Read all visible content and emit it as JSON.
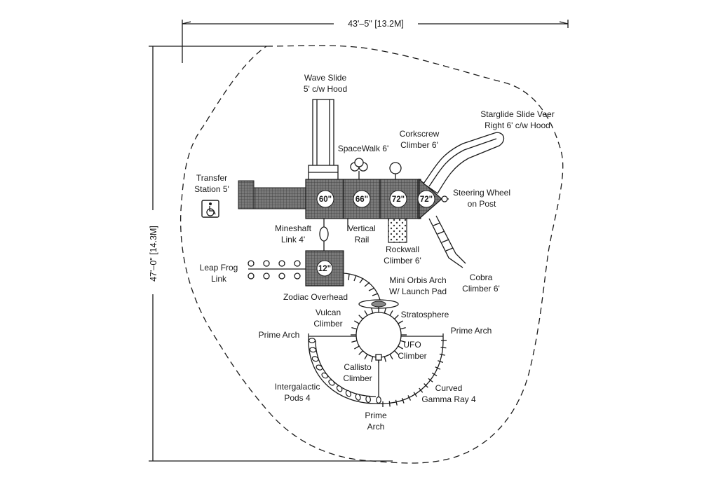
{
  "dimensions": {
    "width": "43'–5\" [13.2M]",
    "height": "47'–0\" [14.3M]"
  },
  "platforms": [
    "60\"",
    "66\"",
    "72\"",
    "72\"",
    "12\""
  ],
  "labels": {
    "wave_slide": [
      "Wave Slide",
      "5' c/w Hood"
    ],
    "starglide": [
      "Starglide Slide Veer",
      "Right 6' c/w Hood"
    ],
    "corkscrew": [
      "Corkscrew",
      "Climber 6'"
    ],
    "spacewalk": [
      "SpaceWalk 6'"
    ],
    "transfer": [
      "Transfer",
      "Station 5'"
    ],
    "steering": [
      "Steering Wheel",
      "on Post"
    ],
    "mineshaft": [
      "Mineshaft",
      "Link 4'"
    ],
    "vertical_rail": [
      "Vertical",
      "Rail"
    ],
    "rockwall": [
      "Rockwall",
      "Climber 6'"
    ],
    "cobra": [
      "Cobra",
      "Climber 6'"
    ],
    "leap_frog": [
      "Leap Frog",
      "Link"
    ],
    "zodiac": [
      "Zodiac Overhead"
    ],
    "mini_orbis": [
      "Mini Orbis Arch",
      "W/ Launch Pad"
    ],
    "vulcan": [
      "Vulcan",
      "Climber"
    ],
    "stratosphere": [
      "Stratosphere"
    ],
    "prime_arch_left": [
      "Prime Arch"
    ],
    "prime_arch_right": [
      "Prime Arch"
    ],
    "ufo": [
      "UFO",
      "Climber"
    ],
    "callisto": [
      "Callisto",
      "Climber"
    ],
    "intergalactic": [
      "Intergalactic",
      "Pods 4"
    ],
    "curved_gamma": [
      "Curved",
      "Gamma Ray 4"
    ],
    "prime_arch_bottom": [
      "Prime",
      "Arch"
    ]
  },
  "icons": [
    "wheelchair-accessible-icon"
  ]
}
